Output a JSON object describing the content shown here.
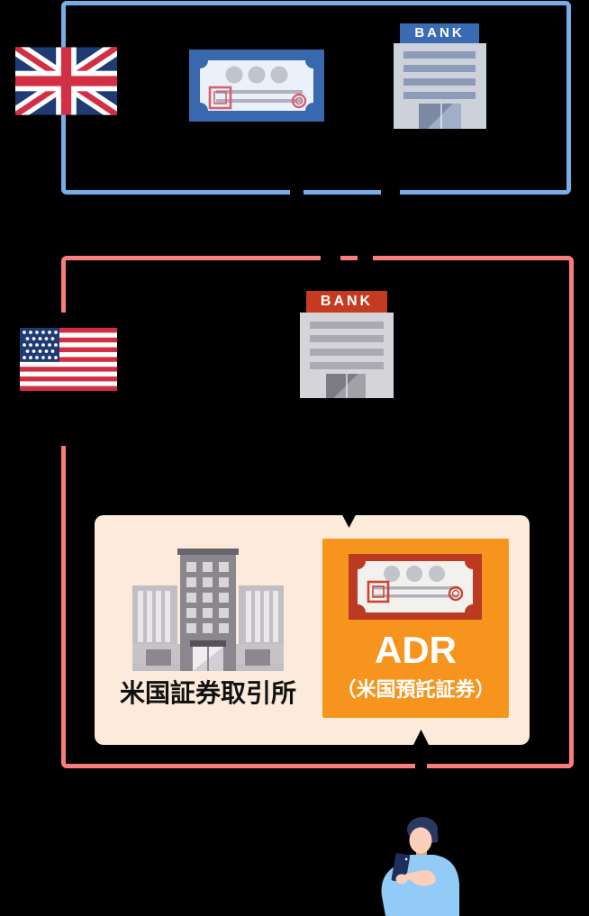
{
  "sections": {
    "uk": {
      "bank_label": "BANK",
      "flag": "united-kingdom-flag",
      "certificate": "stock-certificate"
    },
    "us": {
      "bank_label": "BANK",
      "flag": "united-states-flag",
      "exchange_label": "米国証券取引所",
      "adr": {
        "title": "ADR",
        "subtitle": "（米国預託証券）"
      },
      "investor": "person-looking-at-phone"
    }
  },
  "colors": {
    "background": "#000000",
    "uk_box_border": "#76AEE9",
    "us_box_border": "#F97D7D",
    "inner_box_bg": "#FCEBDA",
    "adr_box_bg": "#F7941E",
    "uk_bank_sign": "#3B6BB2",
    "us_bank_sign": "#C43B22",
    "uk_bank_building": "#CDD1DC",
    "us_bank_building": "#D5D4D8",
    "uk_bank_stripe": "#8B9BB8",
    "us_bank_stripe": "#ABA9B1",
    "uk_bank_door": "#8C9CBB",
    "us_bank_door": "#8E8C95",
    "certificate_frame_blue": "#3A68AE",
    "certificate_inner_blue": "#EBF1FB",
    "certificate_frame_red": "#BC3A22",
    "certificate_inner_red": "#F3F1EE",
    "certificate_circle_gray": "#C2C4CB",
    "certificate_line_gray": "#AFB2BA",
    "stamp_red": "#D4616E",
    "stamp_red_dark": "#CC4437",
    "exchange_tower": "#8A878E",
    "exchange_roof": "#67646C",
    "exchange_window": "#D8D6D9",
    "exchange_wing": "#C1BFC4",
    "exchange_wing_stripe": "#E9E7EA",
    "exchange_base": "#C6C4C9",
    "exchange_door_dark": "#8B898F",
    "exchange_canopy": "#55525A",
    "exchange_entrance": "#EFEDEF",
    "exchange_label_color": "#111111",
    "adr_text_color": "#FFFFFF",
    "arrow_black": "#000000",
    "person_sweater": "#92CBF5",
    "person_skin": "#FAD0BB",
    "person_skin_shadow": "#ECA17E",
    "person_hair": "#2A3860",
    "person_phone": "#1D2E5C",
    "flag_navy": "#1F3B73",
    "flag_red": "#D22F44"
  }
}
